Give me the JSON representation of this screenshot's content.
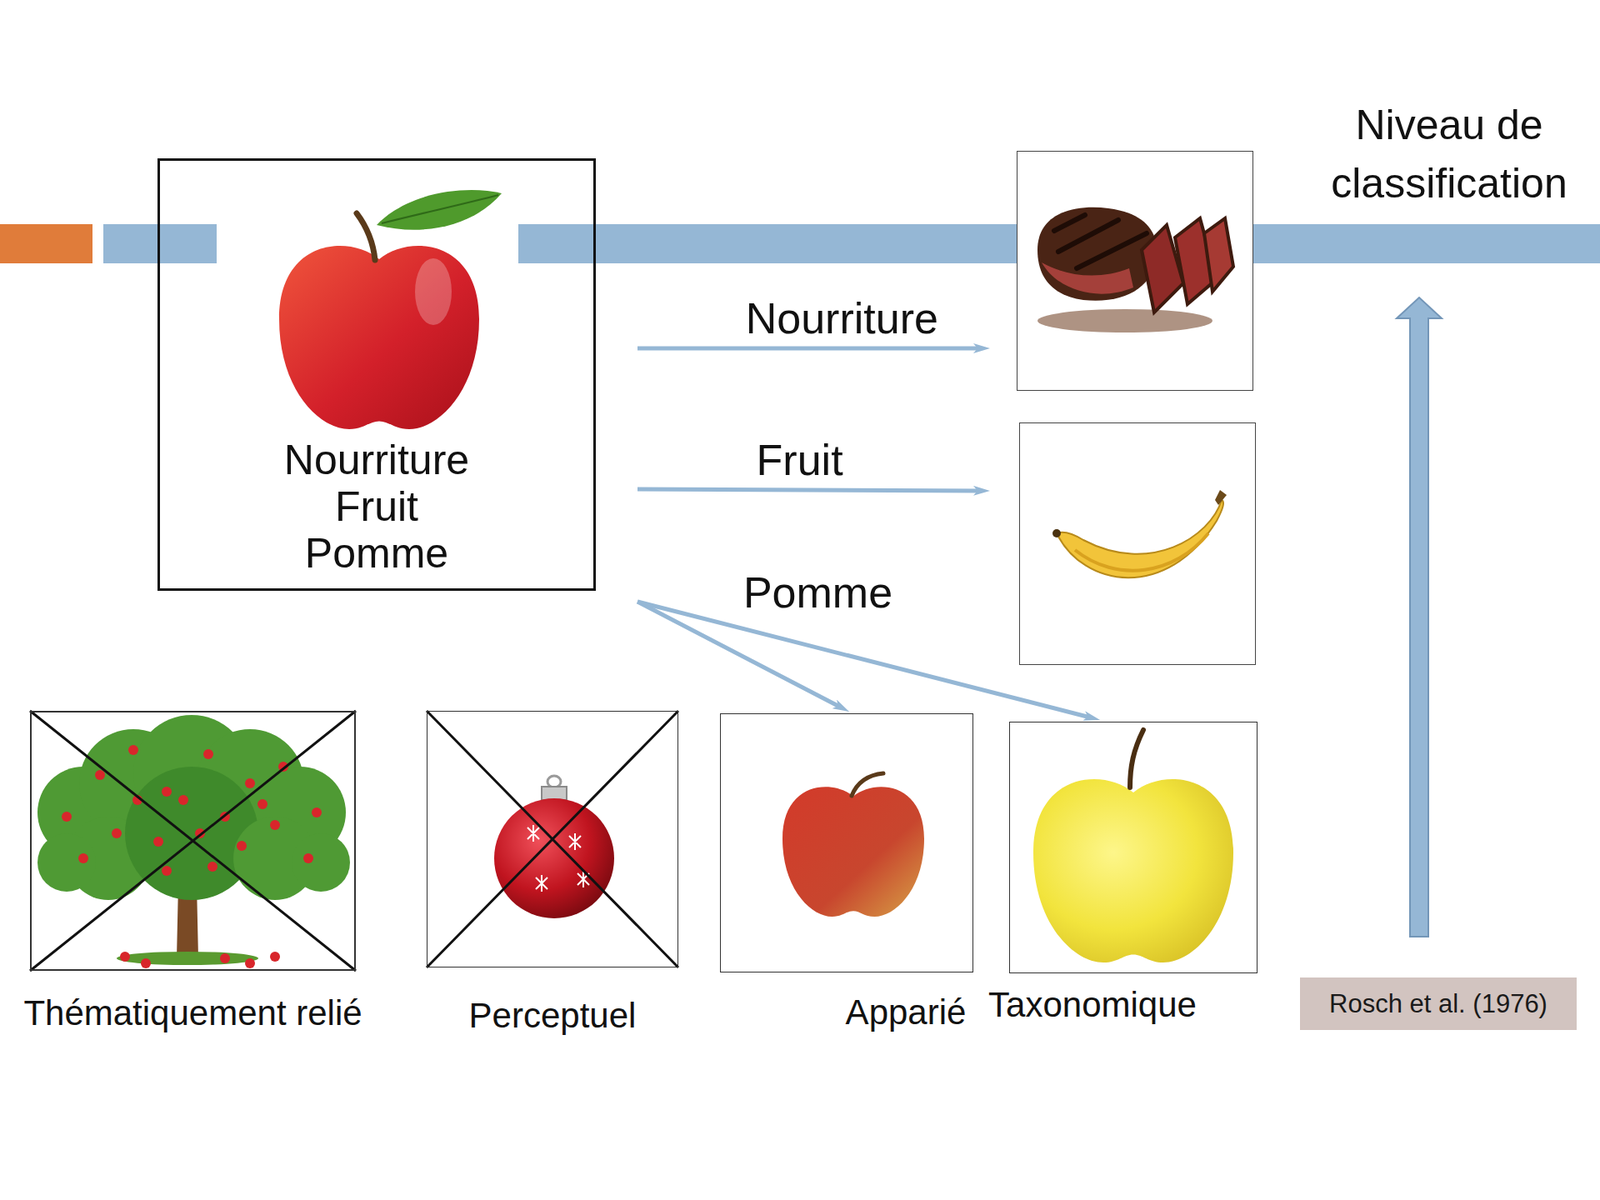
{
  "diagram": {
    "nodes": [
      {
        "text": [
          "Nourriture",
          "Fruit",
          "Pomme"
        ]
      },
      {
        "text": []
      },
      {
        "text": []
      },
      {
        "text": [
          "Thématiquement relié"
        ]
      },
      {
        "text": [
          "Perceptuel"
        ]
      },
      {
        "text": [
          "Apparié"
        ]
      },
      {
        "text": [
          "Taxonomique"
        ]
      },
      {
        "text": [
          "Rosch et al. (1976)"
        ]
      }
    ],
    "edges": [
      {
        "from": 0,
        "to": 1,
        "arrow": "to",
        "label": "Nourriture"
      },
      {
        "from": 0,
        "to": 2,
        "arrow": "to",
        "label": "Fruit"
      },
      {
        "from": 0,
        "to": 5,
        "arrow": "to"
      },
      {
        "from": 0,
        "to": 6,
        "arrow": "to",
        "label": "Pomme"
      }
    ],
    "labels": [
      "Niveau de classification"
    ]
  }
}
